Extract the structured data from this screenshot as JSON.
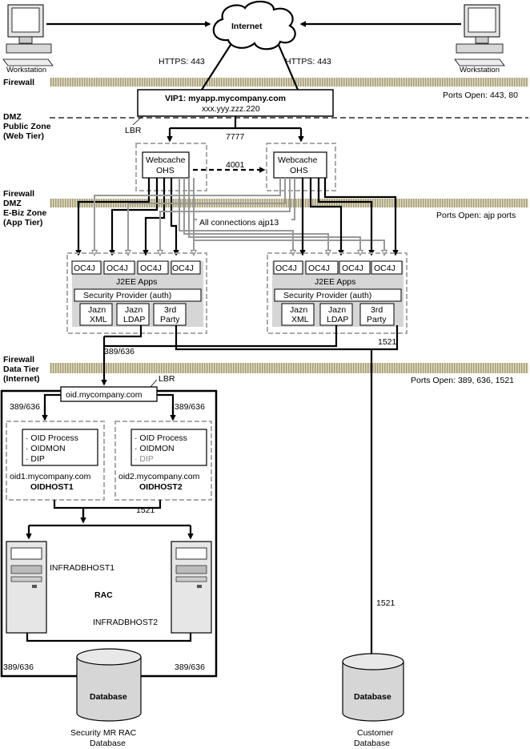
{
  "internet": "Internet",
  "workstation_left": "Workstation",
  "workstation_right": "Workstation",
  "https_left": "HTTPS: 443",
  "https_right": "HTTPS: 443",
  "zones": {
    "firewall1": "Firewall",
    "ports1": "Ports Open: 443, 80",
    "dmz_public_1": "DMZ",
    "dmz_public_2": "Public Zone",
    "dmz_public_3": "(Web Tier)",
    "firewall2": "Firewall",
    "dmz_ebiz_1": "DMZ",
    "dmz_ebiz_2": "E-Biz Zone",
    "dmz_ebiz_3": "(App Tier)",
    "ports2": "Ports Open: ajp ports",
    "firewall3": "Firewall",
    "data_tier_1": "Data Tier",
    "data_tier_2": "(Internet)",
    "ports3": "Ports Open: 389, 636, 1521"
  },
  "vip": {
    "title": "VIP1: myapp.mycompany.com",
    "ip": "xxx.yyy.zzz.220"
  },
  "lbr": "LBR",
  "port_7777": "7777",
  "port_4001": "4001",
  "webcache_1": "Webcache",
  "ohs_1": "OHS",
  "webcache_2": "Webcache",
  "ohs_2": "OHS",
  "ajp_note": "All connections ajp13",
  "app_left": {
    "oc4j": [
      "OC4J",
      "OC4J",
      "OC4J",
      "OC4J"
    ],
    "j2ee": "J2EE Apps",
    "security": "Security Provider (auth)",
    "p1a": "Jazn",
    "p1b": "XML",
    "p2a": "Jazn",
    "p2b": "LDAP",
    "p3a": "3rd",
    "p3b": "Party"
  },
  "app_right": {
    "oc4j": [
      "OC4J",
      "OC4J",
      "OC4J",
      "OC4J"
    ],
    "j2ee": "J2EE Apps",
    "security": "Security Provider (auth)",
    "p1a": "Jazn",
    "p1b": "XML",
    "p2a": "Jazn",
    "p2b": "LDAP",
    "p3a": "3rd",
    "p3b": "Party"
  },
  "port_389_636_a": "389/636",
  "port_1521_a": "1521",
  "oid_lbr": "oid.mycompany.com",
  "lbr2": "LBR",
  "port_389_636_b": "389/636",
  "port_389_636_c": "389/636",
  "oidhost1": {
    "p1": "· OID Process",
    "p2": "· OIDMON",
    "p3": "· DIP",
    "host": "oid1.mycompany.com",
    "name": "OIDHOST1"
  },
  "oidhost2": {
    "p1": "· OID Process",
    "p2": "· OIDMON",
    "p3": "· DIP",
    "host": "oid2.mycompany.com",
    "name": "OIDHOST2"
  },
  "port_1521_b": "1521",
  "infradb1": "INFRADBHOST1",
  "rac": "RAC",
  "infradb2": "INFRADBHOST2",
  "port_1521_c": "1521",
  "port_389_636_d": "389/636",
  "port_389_636_e": "389/636",
  "db_left": "Database",
  "db_right": "Database",
  "db_left_cap1": "Security MR RAC",
  "db_left_cap2": "Database",
  "db_right_cap1": "Customer",
  "db_right_cap2": "Database"
}
